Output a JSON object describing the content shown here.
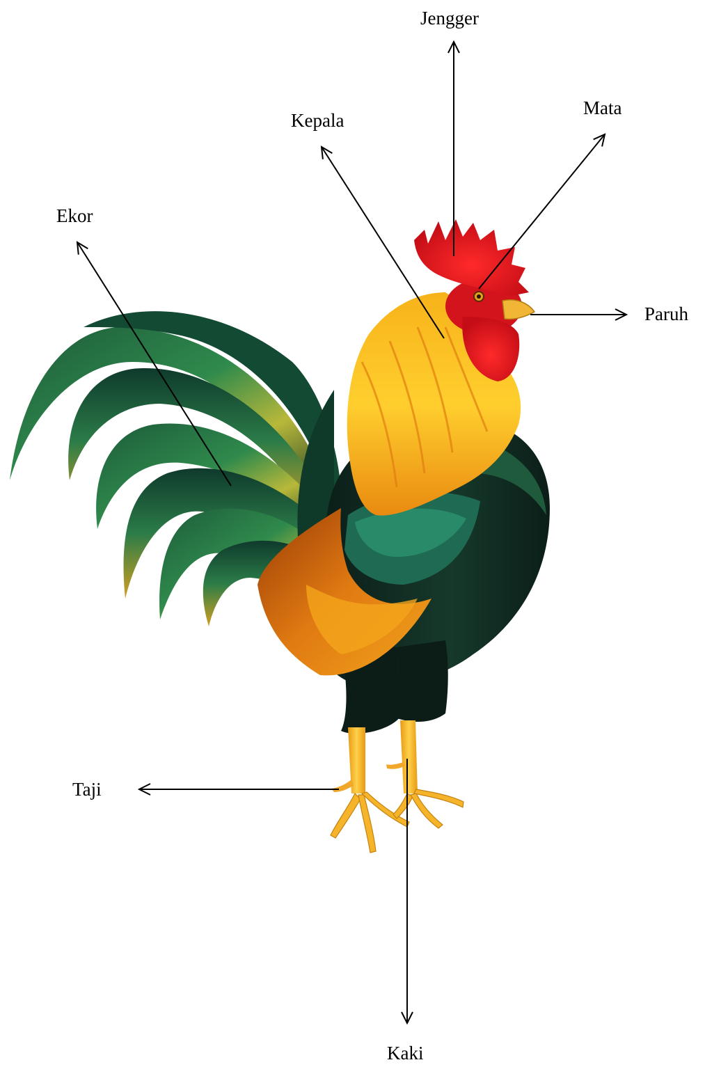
{
  "labels": {
    "jengger": "Jengger",
    "mata": "Mata",
    "kepala": "Kepala",
    "ekor": "Ekor",
    "paruh": "Paruh",
    "taji": "Taji",
    "kaki": "Kaki"
  },
  "colors": {
    "comb": "#e8141c",
    "wattle": "#d0131c",
    "hackle": "#f5a416",
    "hackle_light": "#ffd233",
    "tail_dark": "#123a2a",
    "tail_green": "#2c7a46",
    "tail_highlight": "#c8c43a",
    "body_dark": "#0c1f1a",
    "wing_orange": "#d5650d",
    "leg": "#f7b722",
    "arrow": "#000000"
  }
}
